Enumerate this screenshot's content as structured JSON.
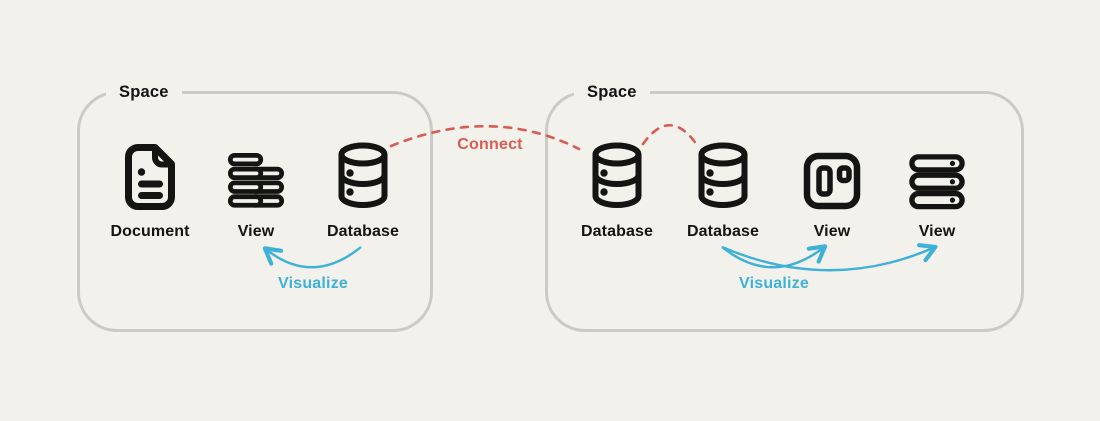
{
  "diagram": {
    "background": "#f2f1ec",
    "ink": "#141413",
    "box_border": "#cbcac5",
    "connect_color": "#d85c52",
    "visualize_color": "#3fb0d6"
  },
  "spaces": [
    {
      "label": "Space",
      "nodes": [
        {
          "icon": "document-icon",
          "label": "Document"
        },
        {
          "icon": "stack-view-icon",
          "label": "View"
        },
        {
          "icon": "database-icon",
          "label": "Database"
        }
      ]
    },
    {
      "label": "Space",
      "nodes": [
        {
          "icon": "database-icon",
          "label": "Database"
        },
        {
          "icon": "database-icon",
          "label": "Database"
        },
        {
          "icon": "board-view-icon",
          "label": "View"
        },
        {
          "icon": "rows-view-icon",
          "label": "View"
        }
      ]
    }
  ],
  "connectors": [
    {
      "label": "Connect",
      "style": "red-dashed-arc",
      "from": "left space Database",
      "to": "right space Database nodes"
    },
    {
      "label": "Visualize",
      "style": "cyan-arrow-arc",
      "from": "left space Database",
      "to": "left space View"
    },
    {
      "label": "Visualize",
      "style": "cyan-arrow-arc",
      "from": "right space second Database",
      "to": "right space View nodes"
    }
  ]
}
